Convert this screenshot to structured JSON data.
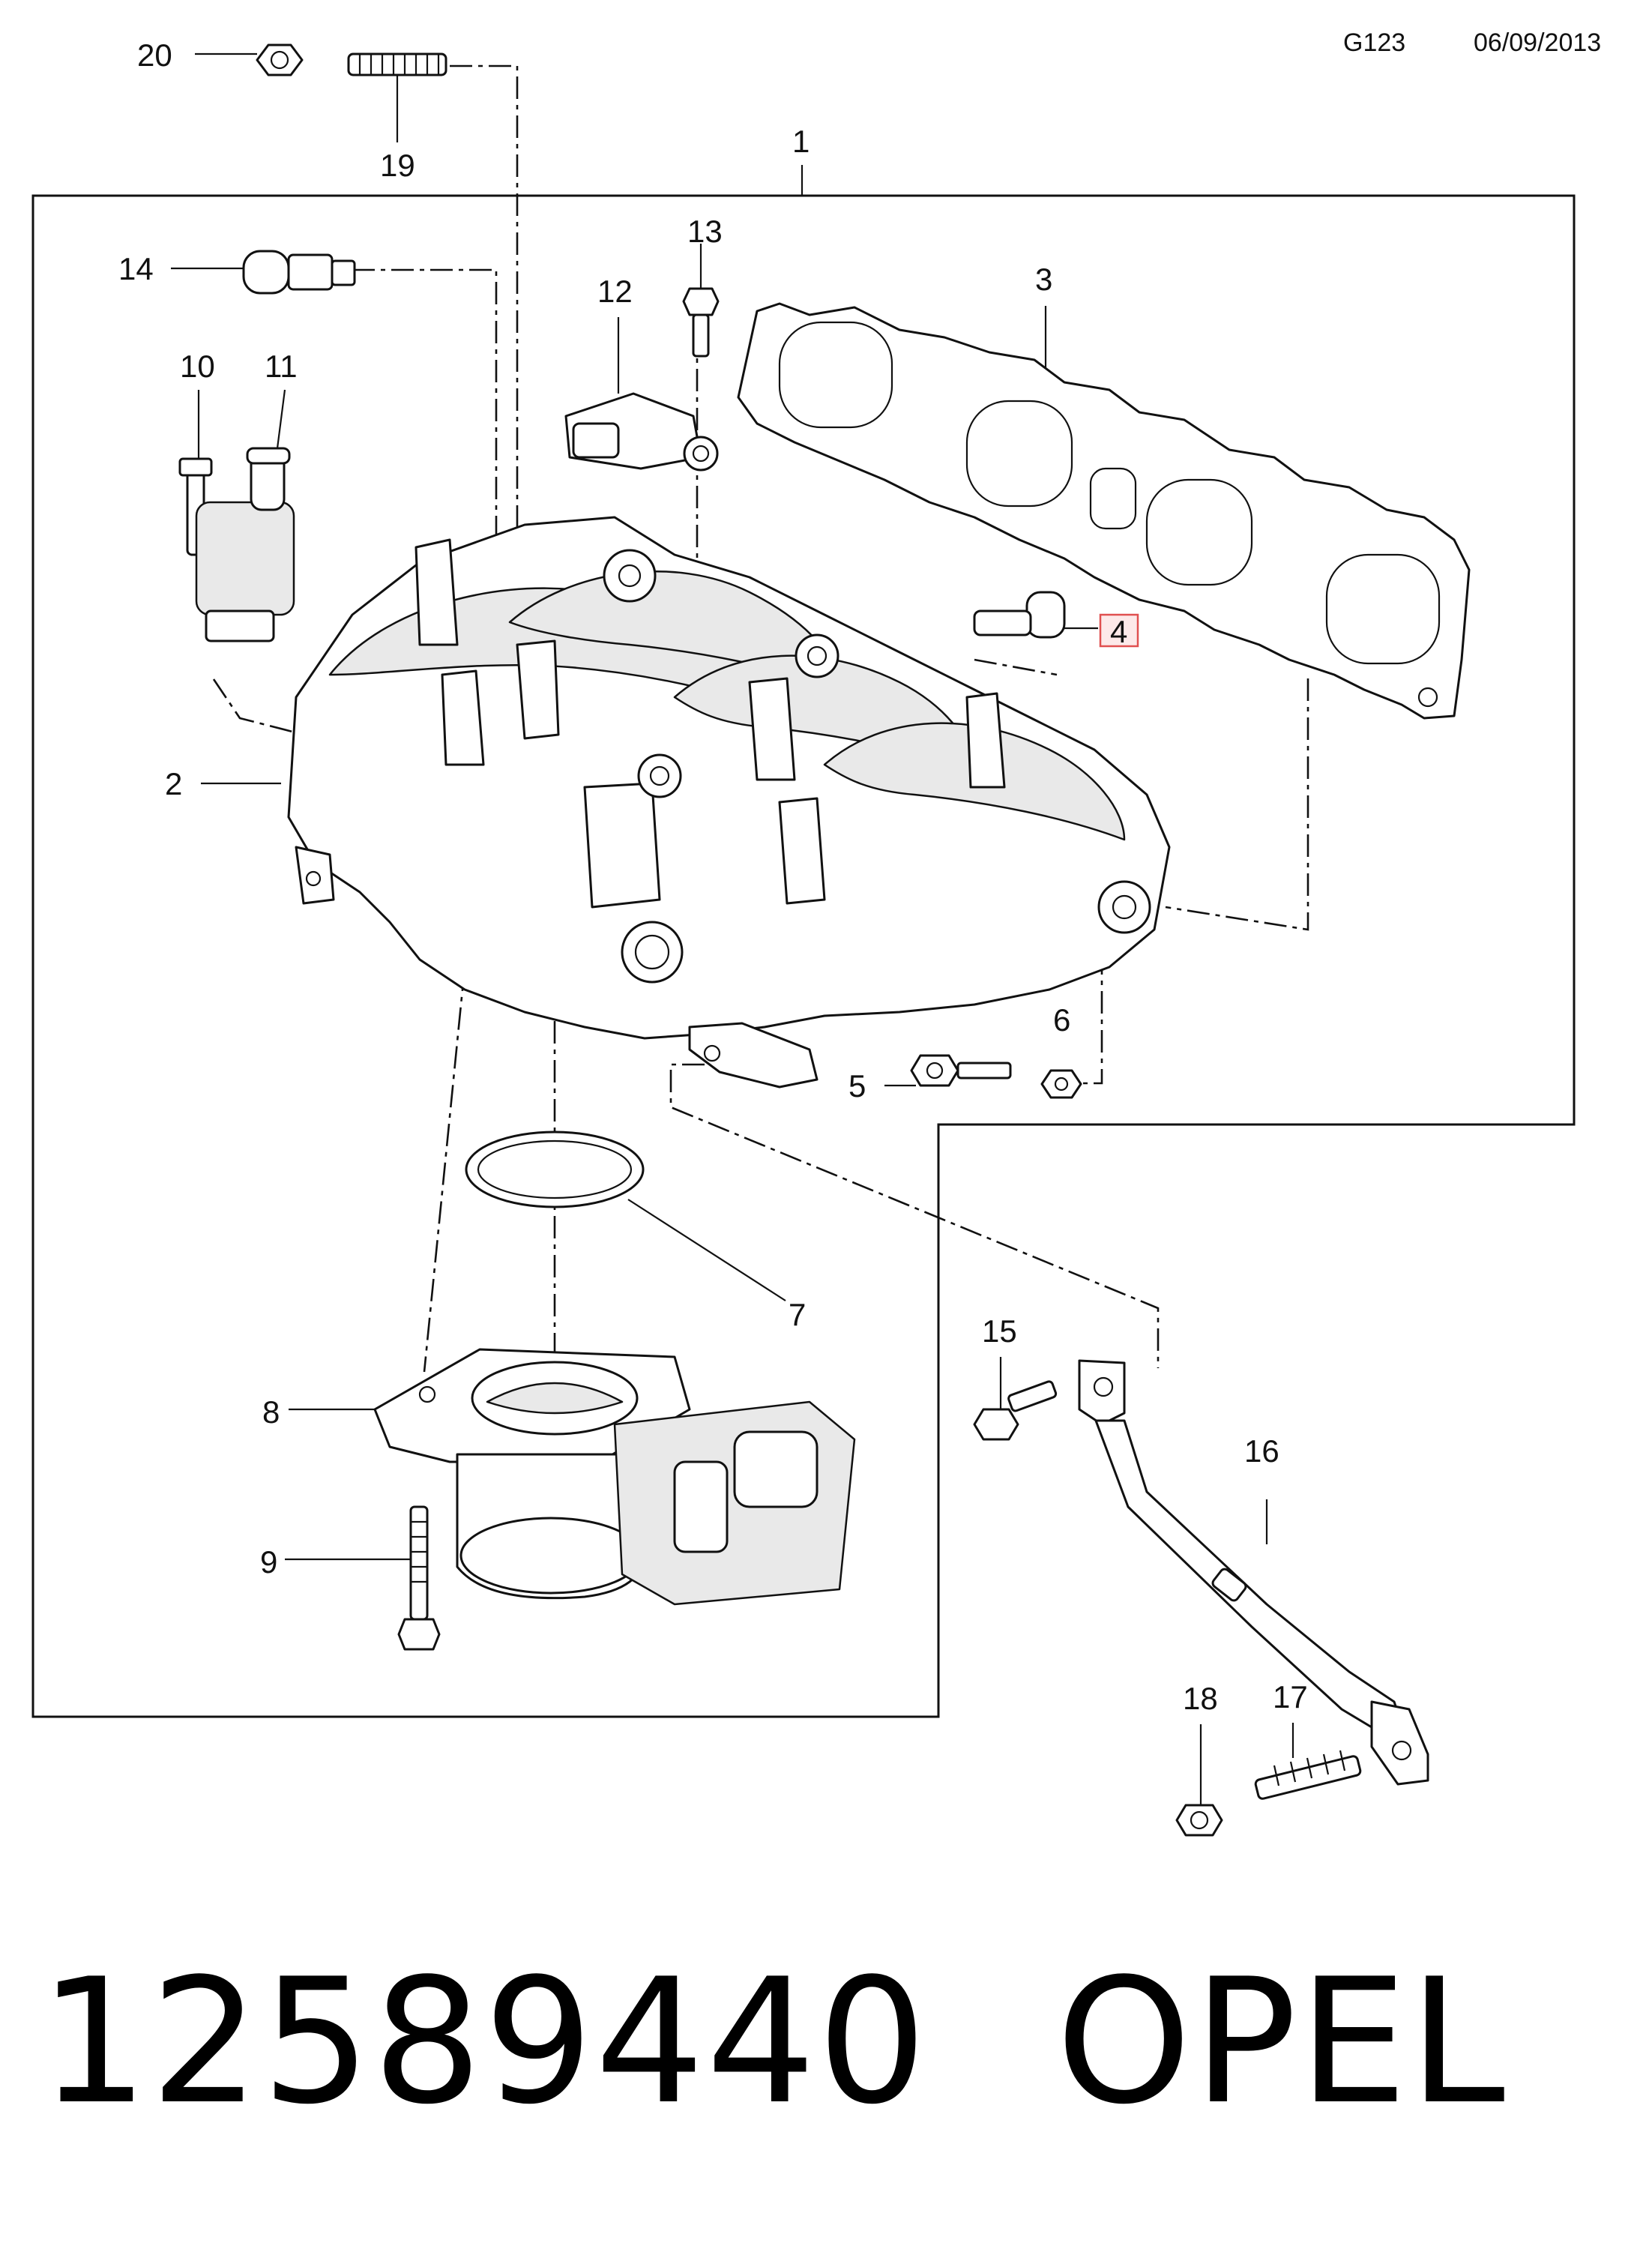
{
  "header": {
    "code": "G123",
    "date": "06/09/2013"
  },
  "callouts": {
    "c1": "1",
    "c2": "2",
    "c3": "3",
    "c4": "4",
    "c5": "5",
    "c6": "6",
    "c7": "7",
    "c8": "8",
    "c9": "9",
    "c10": "10",
    "c11": "11",
    "c12": "12",
    "c13": "13",
    "c14": "14",
    "c15": "15",
    "c16": "16",
    "c17": "17",
    "c18": "18",
    "c19": "19",
    "c20": "20"
  },
  "highlight": {
    "callout": "4",
    "color": "#e05050"
  },
  "footer": {
    "part_number": "12589440",
    "brand": "OPEL"
  }
}
